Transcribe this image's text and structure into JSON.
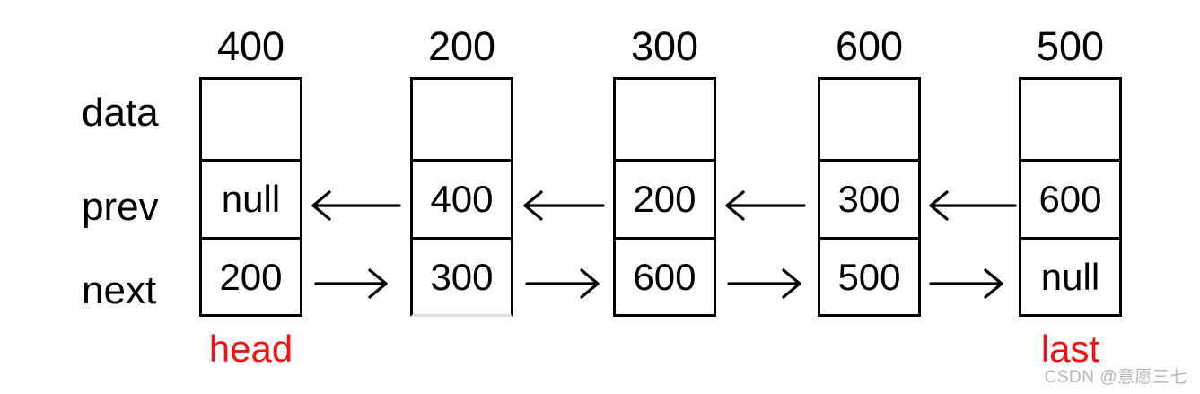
{
  "diagram": {
    "title_semantic": "doubly linked list nodes",
    "row_labels": [
      "data",
      "prev",
      "next"
    ],
    "nodes": [
      {
        "address": "400",
        "data": "",
        "prev": "null",
        "next": "200",
        "tag": "head"
      },
      {
        "address": "200",
        "data": "",
        "prev": "400",
        "next": "300",
        "tag": ""
      },
      {
        "address": "300",
        "data": "",
        "prev": "200",
        "next": "600",
        "tag": ""
      },
      {
        "address": "600",
        "data": "",
        "prev": "300",
        "next": "500",
        "tag": ""
      },
      {
        "address": "500",
        "data": "",
        "prev": "600",
        "next": "null",
        "tag": "last"
      }
    ]
  },
  "watermark": "CSDN @意愿三七",
  "colors": {
    "ink": "#000000",
    "tag_red": "#f31313",
    "watermark_gray": "#b5b5b5",
    "background": "#ffffff"
  }
}
